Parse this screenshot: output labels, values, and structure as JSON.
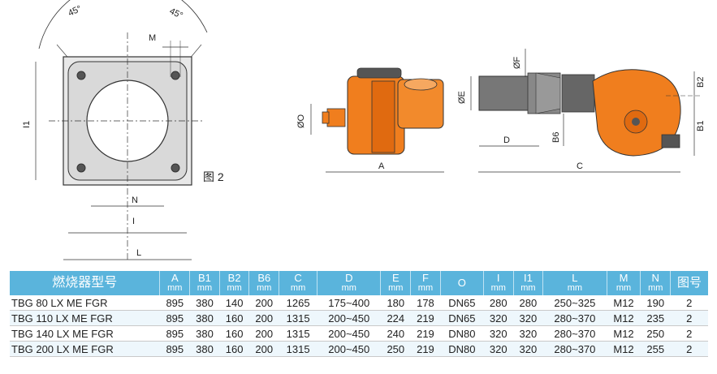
{
  "figure": {
    "label": "图 2",
    "angle_left": "45°",
    "angle_right": "45°",
    "dim_M": "M",
    "dim_N": "N",
    "dim_L": "L",
    "dim_I": "I",
    "dim_I1": "I1",
    "dim_O": "ØO",
    "dim_A": "A",
    "dim_E": "ØE",
    "dim_F": "ØF",
    "dim_D": "D",
    "dim_B6": "B6",
    "dim_B2": "B2",
    "dim_B1": "B1",
    "dim_C": "C"
  },
  "table": {
    "headers": [
      {
        "name": "燃烧器型号",
        "unit": ""
      },
      {
        "name": "A",
        "unit": "mm"
      },
      {
        "name": "B1",
        "unit": "mm"
      },
      {
        "name": "B2",
        "unit": "mm"
      },
      {
        "name": "B6",
        "unit": "mm"
      },
      {
        "name": "C",
        "unit": "mm"
      },
      {
        "name": "D",
        "unit": "mm"
      },
      {
        "name": "E",
        "unit": "mm"
      },
      {
        "name": "F",
        "unit": "mm"
      },
      {
        "name": "O",
        "unit": ""
      },
      {
        "name": "I",
        "unit": "mm"
      },
      {
        "name": "I1",
        "unit": "mm"
      },
      {
        "name": "L",
        "unit": "mm"
      },
      {
        "name": "M",
        "unit": "mm"
      },
      {
        "name": "N",
        "unit": "mm"
      },
      {
        "name": "图号",
        "unit": ""
      }
    ],
    "rows": [
      [
        "TBG 80 LX ME FGR",
        "895",
        "380",
        "140",
        "200",
        "1265",
        "175~400",
        "180",
        "178",
        "DN65",
        "280",
        "280",
        "250~325",
        "M12",
        "190",
        "2"
      ],
      [
        "TBG 110 LX ME FGR",
        "895",
        "380",
        "160",
        "200",
        "1315",
        "200~450",
        "224",
        "219",
        "DN65",
        "320",
        "320",
        "280~370",
        "M12",
        "235",
        "2"
      ],
      [
        "TBG 140 LX ME FGR",
        "895",
        "380",
        "160",
        "200",
        "1315",
        "200~450",
        "240",
        "219",
        "DN80",
        "320",
        "320",
        "280~370",
        "M12",
        "250",
        "2"
      ],
      [
        "TBG 200 LX ME FGR",
        "895",
        "380",
        "160",
        "200",
        "1315",
        "200~450",
        "250",
        "219",
        "DN80",
        "320",
        "320",
        "280~370",
        "M12",
        "255",
        "2"
      ]
    ]
  }
}
